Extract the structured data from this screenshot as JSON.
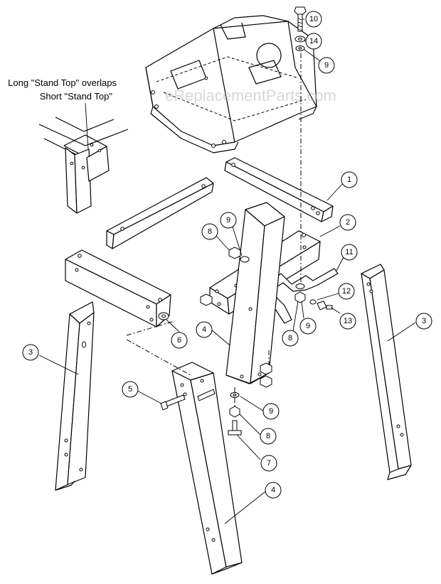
{
  "watermark": "eReplacementParts.com",
  "note": {
    "line1": "Long \"Stand Top\" overlaps",
    "line2": "Short \"Stand Top\""
  },
  "callouts": [
    {
      "key": "c10",
      "label": "10"
    },
    {
      "key": "c14",
      "label": "14"
    },
    {
      "key": "c9a",
      "label": "9"
    },
    {
      "key": "c1",
      "label": "1"
    },
    {
      "key": "c2",
      "label": "2"
    },
    {
      "key": "c11",
      "label": "11"
    },
    {
      "key": "c8a",
      "label": "8"
    },
    {
      "key": "c9b",
      "label": "9"
    },
    {
      "key": "c12",
      "label": "12"
    },
    {
      "key": "c13",
      "label": "13"
    },
    {
      "key": "c9c",
      "label": "9"
    },
    {
      "key": "c8b",
      "label": "8"
    },
    {
      "key": "c3a",
      "label": "3"
    },
    {
      "key": "c3b",
      "label": "3"
    },
    {
      "key": "c4a",
      "label": "4"
    },
    {
      "key": "c6",
      "label": "6"
    },
    {
      "key": "c5",
      "label": "5"
    },
    {
      "key": "c9d",
      "label": "9"
    },
    {
      "key": "c8c",
      "label": "8"
    },
    {
      "key": "c7",
      "label": "7"
    },
    {
      "key": "c4b",
      "label": "4"
    }
  ]
}
